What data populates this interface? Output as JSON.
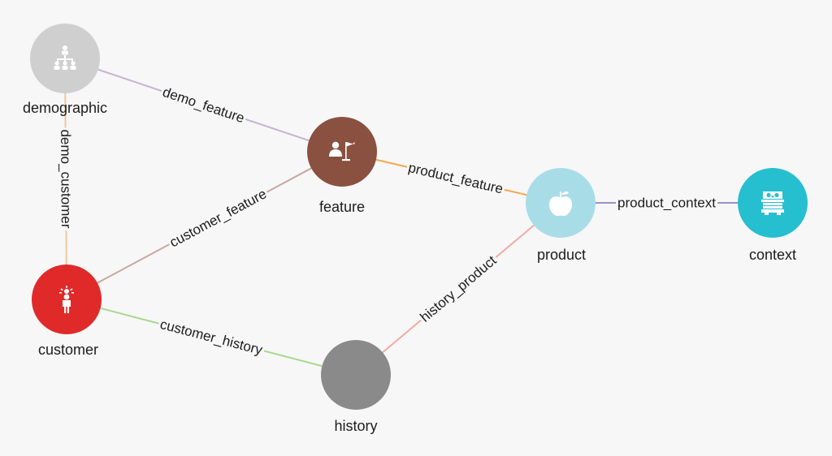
{
  "nodes": [
    {
      "id": "demographic",
      "label": "demographic",
      "color": "#cfcfcf",
      "icon": "hierarchy-icon"
    },
    {
      "id": "feature",
      "label": "feature",
      "color": "#8a5040",
      "icon": "feature-flag-person-icon"
    },
    {
      "id": "product",
      "label": "product",
      "color": "#a8dde8",
      "icon": "apple-icon"
    },
    {
      "id": "context",
      "label": "context",
      "color": "#26bfd0",
      "icon": "owl-box-icon"
    },
    {
      "id": "customer",
      "label": "customer",
      "color": "#e02a2a",
      "icon": "person-idea-icon"
    },
    {
      "id": "history",
      "label": "history",
      "color": "#8a8a8a",
      "icon": ""
    }
  ],
  "edges": [
    {
      "from": "demographic",
      "to": "feature",
      "label": "demo_feature",
      "color": "#c7b2d6"
    },
    {
      "from": "demographic",
      "to": "customer",
      "label": "demo_customer",
      "color": "#f3c79a"
    },
    {
      "from": "feature",
      "to": "product",
      "label": "product_feature",
      "color": "#f5a54a"
    },
    {
      "from": "customer",
      "to": "feature",
      "label": "customer_feature",
      "color": "#c9a8a0"
    },
    {
      "from": "product",
      "to": "context",
      "label": "product_context",
      "color": "#9a8fc8"
    },
    {
      "from": "customer",
      "to": "history",
      "label": "customer_history",
      "color": "#a6d98c"
    },
    {
      "from": "history",
      "to": "product",
      "label": "history_product",
      "color": "#f2aaa6"
    }
  ]
}
